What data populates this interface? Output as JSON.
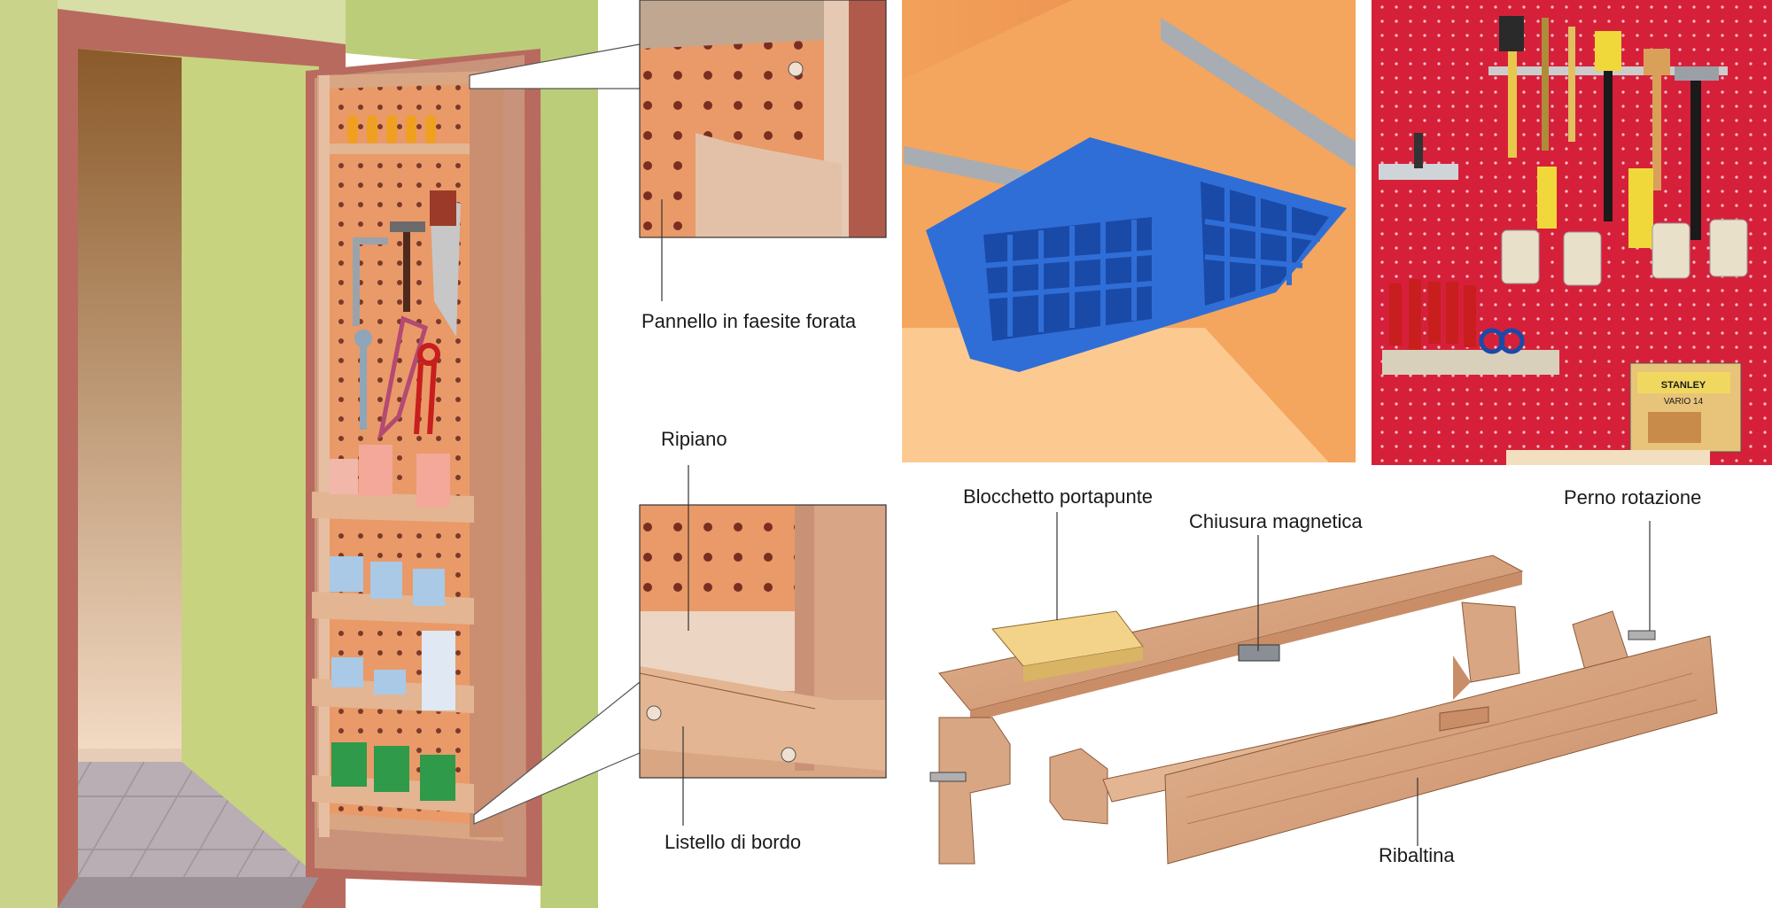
{
  "labels": {
    "pannello": "Pannello in faesite forata",
    "ripiano": "Ripiano",
    "listello": "Listello di bordo",
    "blocchetto": "Blocchetto portapunte",
    "chiusura": "Chiusura magnetica",
    "perno": "Perno rotazione",
    "ribaltina": "Ribaltina"
  },
  "stanley_box": {
    "brand": "STANLEY",
    "model": "VARIO 14"
  },
  "colors": {
    "wall_green": "#bccd7a",
    "door_frame": "#b86a5e",
    "pegboard": "#e99a68",
    "pegboard_hole": "#7a3a2a",
    "wood": "#d9a683",
    "basket_blue": "#2f6ed6",
    "red_pegboard": "#d6203a"
  }
}
